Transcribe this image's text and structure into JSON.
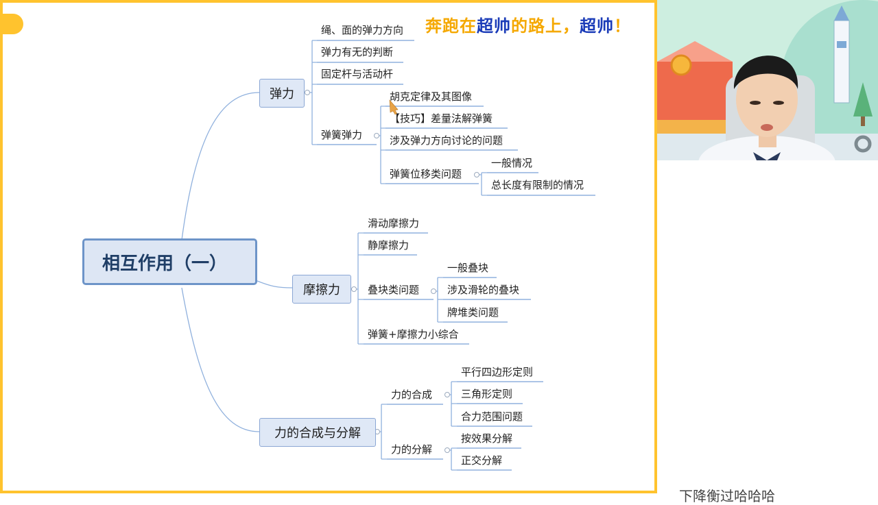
{
  "slogan": {
    "part1": "奔跑在",
    "part2": "超帅",
    "part3": "的路上，",
    "part4": "超帅",
    "part5": "！"
  },
  "mindmap": {
    "root": "相互作用（一）",
    "elastic": {
      "label": "弹力",
      "items": [
        "绳、面的弹力方向",
        "弹力有无的判断",
        "固定杆与活动杆",
        "弹簧弹力"
      ],
      "spring": [
        "胡克定律及其图像",
        "【技巧】差量法解弹簧",
        "涉及弹力方向讨论的问题",
        "弹簧位移类问题"
      ],
      "displacement": [
        "一般情况",
        "总长度有限制的情况"
      ]
    },
    "friction": {
      "label": "摩擦力",
      "items": [
        "滑动摩擦力",
        "静摩擦力",
        "叠块类问题",
        "弹簧+摩擦力小综合"
      ],
      "stack": [
        "一般叠块",
        "涉及滑轮的叠块",
        "牌堆类问题"
      ]
    },
    "composition": {
      "label": "力的合成与分解",
      "items": [
        "力的合成",
        "力的分解"
      ],
      "synthesis": [
        "平行四边形定则",
        "三角形定则",
        "合力范围问题"
      ],
      "decomposition": [
        "按效果分解",
        "正交分解"
      ]
    }
  },
  "bottom_text": "下降衡过哈哈哈"
}
